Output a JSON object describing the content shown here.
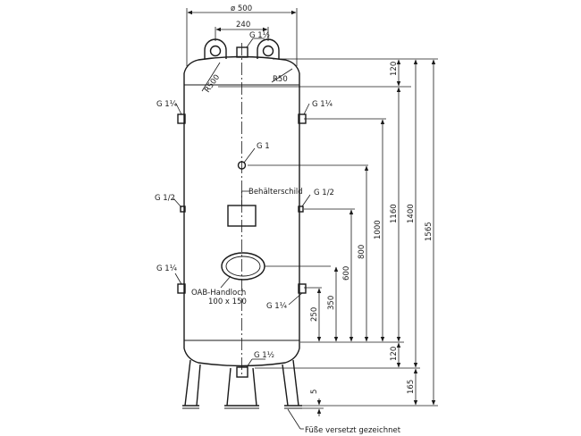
{
  "labels": {
    "diameter": "ø 500",
    "width_top": "240",
    "top_port": "G 1½",
    "radius_left": "R500",
    "radius_right": "R50",
    "port_upper_left": "G 1¼",
    "port_upper_right": "G 1¼",
    "port_center": "G 1",
    "nameplate": "Behälterschild",
    "port_mid_left": "G 1/2",
    "port_mid_right": "G 1/2",
    "port_lower_left": "G 1¼",
    "handhole_line1": "OAB-Handloch",
    "handhole_line2": "100 x 150",
    "port_lower_right": "G 1¼",
    "bottom_port": "G 1½",
    "feet_note": "Füße versetzt gezeichnet"
  },
  "dimensions": {
    "d120_top": "120",
    "d1565": "1565",
    "d1400": "1400",
    "d1160": "1160",
    "d1000": "1000",
    "d800": "800",
    "d600": "600",
    "d350": "350",
    "d250": "250",
    "d120_bottom": "120",
    "d165": "165",
    "d5": "5"
  }
}
